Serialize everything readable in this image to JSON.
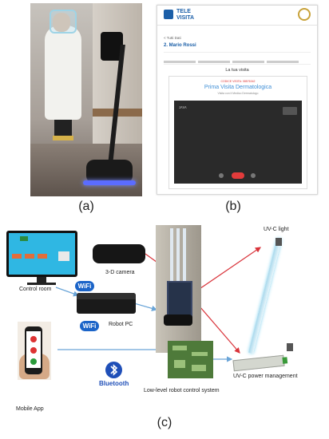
{
  "panels": {
    "a": {
      "caption": "(a)"
    },
    "b": {
      "caption": "(b)",
      "app_name_line1": "TELE",
      "app_name_line2": "VISITA",
      "back_link": "< Tutti Dati",
      "patient_name": "2. Mario Rossi",
      "section_title": "La tua visita",
      "visit_code": "CODICE VISITA: 08576342",
      "visit_title": "Prima Visita Dermatologica",
      "visit_subtitle": "Visita con il Medico Dermatologo",
      "video_brand": "ᴊᴀᴠᴀ"
    },
    "c": {
      "caption": "(c)"
    }
  },
  "diagram": {
    "nodes": {
      "control_room": "Control room",
      "camera": "3-D camera",
      "robot_pc": "Robot PC",
      "mobile_app": "Mobile App",
      "bluetooth": "Bluetooth",
      "low_level": "Low-level robot control system",
      "uvc_light": "UV-C light",
      "uvc_power": "UV-C power management"
    },
    "badges": {
      "wifi_1": "WiFi",
      "wifi_2": "WiFi"
    },
    "colors": {
      "arrow_blue": "#6aa5d8",
      "arrow_red": "#d9333a",
      "wifi_blue": "#1b64c8"
    }
  }
}
